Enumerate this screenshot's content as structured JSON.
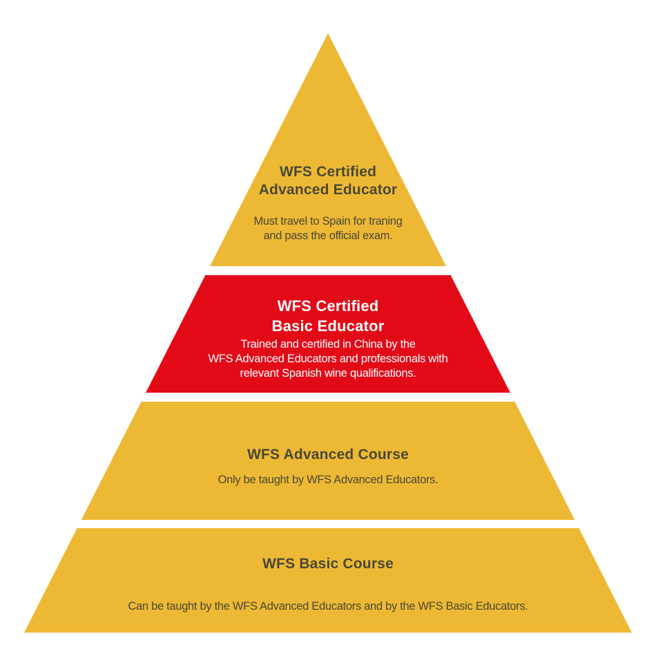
{
  "colors": {
    "gold": "#EDB935",
    "red": "#E30A17",
    "dark_text": "#4B4833",
    "light_text": "#FFFFFF",
    "background": "#FFFFFF"
  },
  "tiers": [
    {
      "level": 4,
      "title_lines": [
        "WFS Certified",
        "Advanced Educator"
      ],
      "description_lines": [
        "Must travel to Spain for traning",
        "and pass the official exam."
      ],
      "fill": "gold",
      "highlighted": false
    },
    {
      "level": 3,
      "title_lines": [
        "WFS Certified",
        "Basic Educator"
      ],
      "description_lines": [
        "Trained and certified in China by the",
        "WFS Advanced Educators and professionals with",
        "relevant Spanish wine qualifications."
      ],
      "fill": "red",
      "highlighted": true
    },
    {
      "level": 2,
      "title_lines": [
        "WFS Advanced Course"
      ],
      "description_lines": [
        "Only be taught by WFS Advanced Educators."
      ],
      "fill": "gold",
      "highlighted": false
    },
    {
      "level": 1,
      "title_lines": [
        "WFS Basic Course"
      ],
      "description_lines": [
        "Can be taught by the WFS Advanced Educators and by the WFS Basic Educators."
      ],
      "fill": "gold",
      "highlighted": false
    }
  ]
}
